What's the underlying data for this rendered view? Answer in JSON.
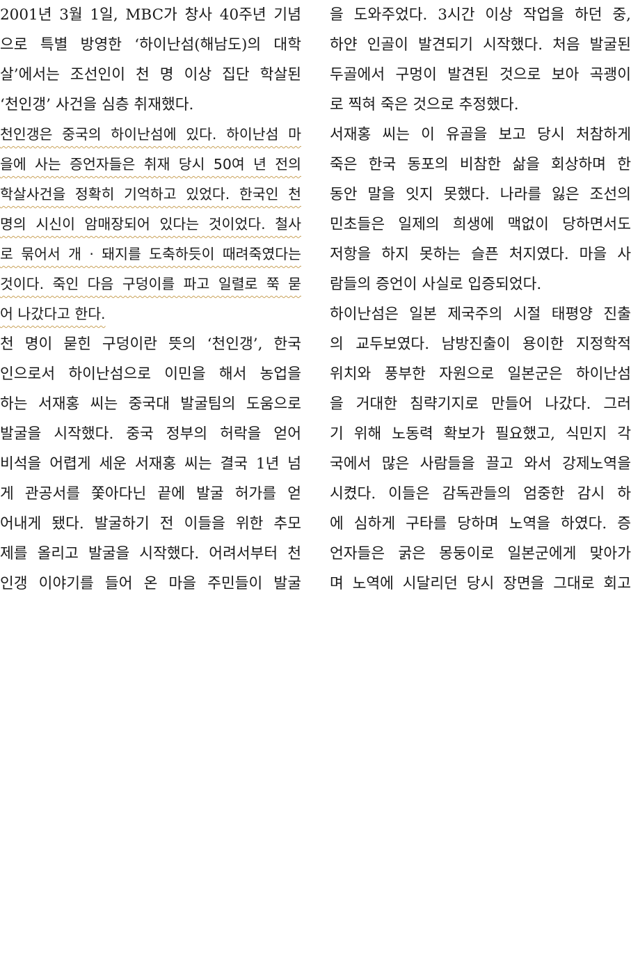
{
  "left_column": {
    "para1": [
      "2001년 3월 1일, MBC가 창사 40주년 기념",
      "으로 특별 방영한 ‘하이난섬(해남도)의 대학",
      "살’에서는 조선인이 천 명 이상 집단 학살된",
      "‘천인갱’ 사건을 심층 취재했다."
    ],
    "para2": [
      "천인갱은 중국의 하이난섬에 있다. 하이난섬 마",
      "을에 사는 증언자들은 취재 당시 50여 년 전의",
      "학살사건을 정확히 기억하고 있었다. 한국인 천",
      "명의 시신이 암매장되어 있다는 것이었다. 철사",
      "로 묶어서 개 · 돼지를 도축하듯이 때려죽였다는",
      "것이다. 죽인 다음 구덩이를 파고 일렬로 쭉 묻",
      "어 나갔다고 한다."
    ],
    "para3": [
      "천 명이 묻힌 구덩이란 뜻의 ‘천인갱’, 한국",
      "인으로서 하이난섬으로 이민을 해서 농업을",
      "하는 서재홍 씨는 중국대 발굴팀의 도움으로",
      "발굴을 시작했다. 중국 정부의 허락을 얻어",
      "비석을 어렵게 세운 서재홍 씨는 결국 1년 넘",
      "게 관공서를 쫓아다닌 끝에 발굴 허가를 얻",
      "어내게 됐다. 발굴하기 전 이들을 위한 추모",
      "제를 올리고 발굴을 시작했다. 어려서부터 천",
      "인갱 이야기를 들어 온 마을 주민들이 발굴"
    ]
  },
  "right_column": {
    "para1": [
      "을 도와주었다. 3시간 이상 작업을 하던 중,",
      "하얀 인골이 발견되기 시작했다. 처음 발굴된",
      "두골에서 구멍이 발견된 것으로 보아 곡괭이",
      "로 찍혀 죽은 것으로 추정했다."
    ],
    "para2": [
      "서재홍 씨는 이 유골을 보고 당시 처참하게",
      "죽은 한국 동포의 비참한 삶을 회상하며 한",
      "동안 말을 잇지 못했다. 나라를 잃은 조선의",
      "민초들은 일제의 희생에 맥없이 당하면서도",
      "저항을 하지 못하는 슬픈 처지였다. 마을 사",
      "람들의 증언이 사실로 입증되었다."
    ],
    "para3": [
      "하이난섬은 일본 제국주의 시절 태평양 진출",
      "의 교두보였다. 남방진출이 용이한 지정학적",
      "위치와 풍부한 자원으로 일본군은 하이난섬",
      "을 거대한 침략기지로 만들어 나갔다. 그러",
      "기 위해 노동력 확보가 필요했고, 식민지 각",
      "국에서 많은 사람들을 끌고 와서 강제노역을",
      "시켰다. 이들은 감독관들의 엄중한 감시 하",
      "에 심하게 구타를 당하며 노역을 하였다. 증",
      "언자들은 굵은 몽둥이로 일본군에게 맞아가",
      "며 노역에 시달리던 당시 장면을 그대로 회고"
    ]
  }
}
